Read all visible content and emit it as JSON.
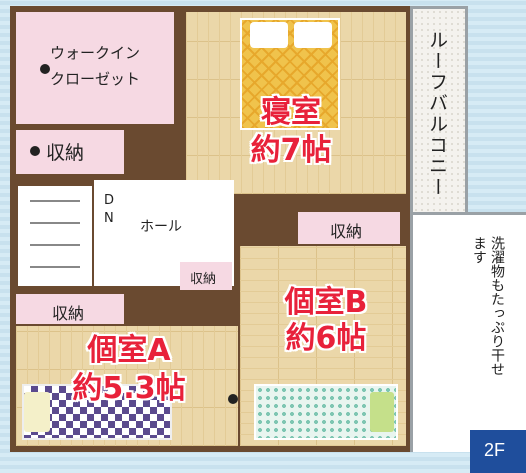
{
  "floor_label": "2F",
  "rooms": {
    "walk_in_closet": "ウォークイン\nクローゼット",
    "storage_left_top": "収納",
    "bedroom_name": "寝室",
    "bedroom_size": "約7帖",
    "roof_balcony": "ルーフバルコニー",
    "hall": "ホール",
    "stairs_dn": "DN",
    "storage_right": "収納",
    "storage_small": "収納",
    "storage_left_bottom": "収納",
    "room_b_name": "個室B",
    "room_b_size": "約6帖",
    "room_a_name": "個室A",
    "room_a_size": "約5.3帖"
  },
  "laundry_note": "洗濯物もたっぷり干せます",
  "colors": {
    "wall": "#6a4a30",
    "floor": "#ebd7a9",
    "storage": "#f6d9e3",
    "balcony": "#ffffff",
    "room_label": "#e8213a",
    "floor_tag": "#1f4e9c"
  }
}
